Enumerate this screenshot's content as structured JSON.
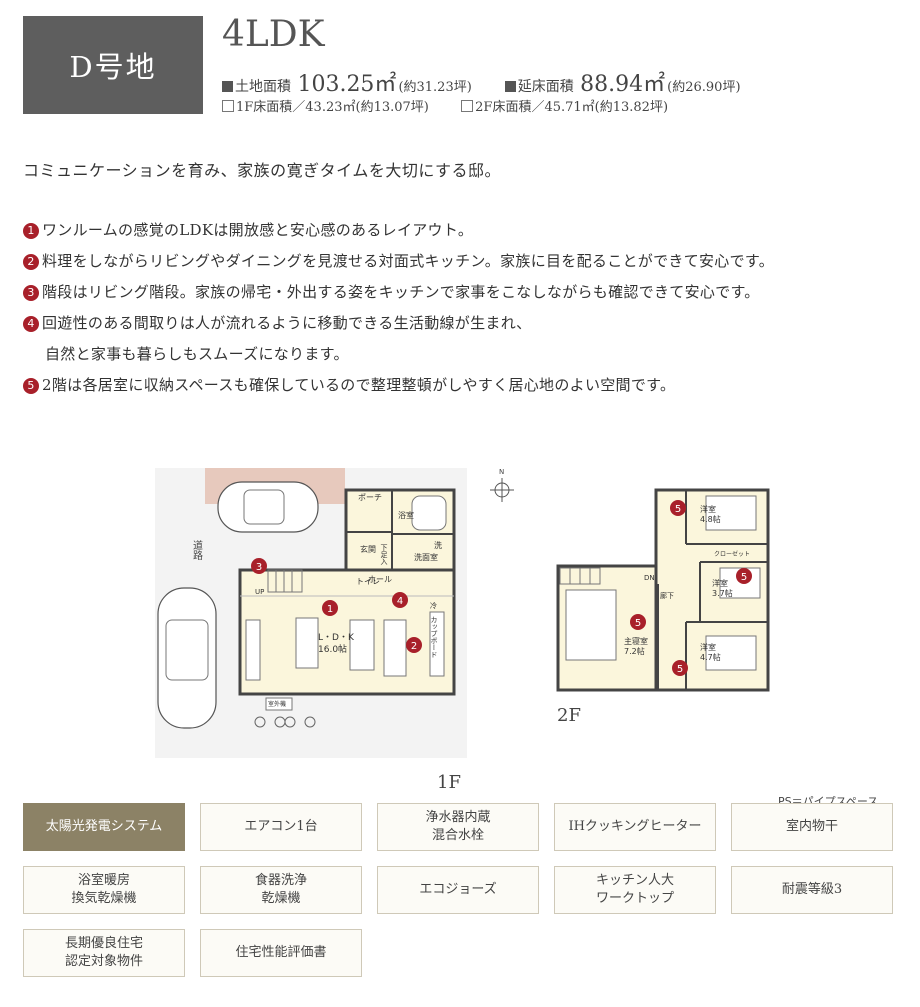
{
  "header": {
    "lot": "D号地",
    "plan_type": "4LDK",
    "land_area_label": "土地面積",
    "land_area_value": "103.25㎡",
    "land_area_tsubo": "(約31.23坪)",
    "floor_area_label": "延床面積",
    "floor_area_value": "88.94㎡",
    "floor_area_tsubo": "(約26.90坪)",
    "f1_area": "1F床面積／43.23㎡(約13.07坪)",
    "f2_area": "2F床面積／45.71㎡(約13.82坪)"
  },
  "intro": "コミュニケーションを育み、家族の寛ぎタイムを大切にする邸。",
  "features": [
    {
      "num": "1",
      "text": "ワンルームの感覚のLDKは開放感と安心感のあるレイアウト。",
      "cont": ""
    },
    {
      "num": "2",
      "text": "料理をしながらリビングやダイニングを見渡せる対面式キッチン。家族に目を配ることができて安心です。",
      "cont": ""
    },
    {
      "num": "3",
      "text": "階段はリビング階段。家族の帰宅・外出する姿をキッチンで家事をこなしながらも確認できて安心です。",
      "cont": ""
    },
    {
      "num": "4",
      "text": "回遊性のある間取りは人が流れるように移動できる生活動線が生まれ、",
      "cont": "自然と家事も暮らしもスムーズになります。"
    },
    {
      "num": "5",
      "text": "2階は各居室に収納スペースも確保しているので整理整頓がしやすく居心地のよい空間です。",
      "cont": ""
    }
  ],
  "plan": {
    "f1_label": "1F",
    "f2_label": "2F",
    "road": "道路",
    "porch": "ポーチ",
    "bath": "浴室",
    "entrance": "玄関",
    "shoebox": "下足入",
    "wash_room": "洗面室",
    "wash": "洗",
    "toilet": "トイレ",
    "hall": "ホール",
    "ldk": "L・D・K",
    "ldk_size": "16.0帖",
    "cupboard": "カップボード",
    "storage": "冷",
    "outdoor_unit": "室外機",
    "up": "UP",
    "dn": "DN",
    "corridor": "廊下",
    "room1": "洋室",
    "room1_size": "4.8帖",
    "room2": "洋室",
    "room2_size": "3.7帖",
    "room3": "洋室",
    "room3_size": "4.7帖",
    "master": "主寝室",
    "master_size": "7.2帖",
    "closet": "クローゼット",
    "compass": "N",
    "markers": [
      "1",
      "2",
      "3",
      "4",
      "5"
    ]
  },
  "ps_note": "PS＝パイプスペース",
  "specs": [
    {
      "label": "太陽光発電システム",
      "active": true
    },
    {
      "label": "エアコン1台",
      "active": false
    },
    {
      "label": "浄水器内蔵\n混合水栓",
      "active": false
    },
    {
      "label": "IHクッキングヒーター",
      "active": false
    },
    {
      "label": "室内物干",
      "active": false
    },
    {
      "label": "浴室暖房\n換気乾燥機",
      "active": false
    },
    {
      "label": "食器洗浄\n乾燥機",
      "active": false
    },
    {
      "label": "エコジョーズ",
      "active": false
    },
    {
      "label": "キッチン人大\nワークトップ",
      "active": false
    },
    {
      "label": "耐震等級3",
      "active": false
    },
    {
      "label": "長期優良住宅\n認定対象物件",
      "active": false
    },
    {
      "label": "住宅性能評価書",
      "active": false
    }
  ],
  "colors": {
    "marker": "#a8202a",
    "badge": "#5e5e5e",
    "spec_active": "#8c8266",
    "room": "#fbf6dc"
  }
}
